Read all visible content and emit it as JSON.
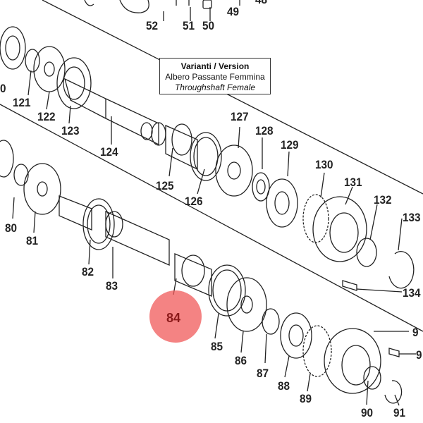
{
  "variant_box": {
    "title": "Varianti / Version",
    "line_it": "Albero Passante Femmina",
    "line_en": "Throughshaft Female"
  },
  "callouts": {
    "c52": "52",
    "c51": "51",
    "c50": "50",
    "c49": "49",
    "c48": "48",
    "c0": "0",
    "c121": "121",
    "c122": "122",
    "c123": "123",
    "c124": "124",
    "c125": "125",
    "c126": "126",
    "c127": "127",
    "c128": "128",
    "c129": "129",
    "c130": "130",
    "c131": "131",
    "c132": "132",
    "c133": "133",
    "c134": "134",
    "c80": "80",
    "c81": "81",
    "c82": "82",
    "c83": "83",
    "c84": "84",
    "c85": "85",
    "c86": "86",
    "c87": "87",
    "c88": "88",
    "c89": "89",
    "c90": "90",
    "c91": "91",
    "c9x": "9",
    "c9y": "9"
  },
  "highlight": {
    "label": "84",
    "color": "#f05a5a"
  }
}
